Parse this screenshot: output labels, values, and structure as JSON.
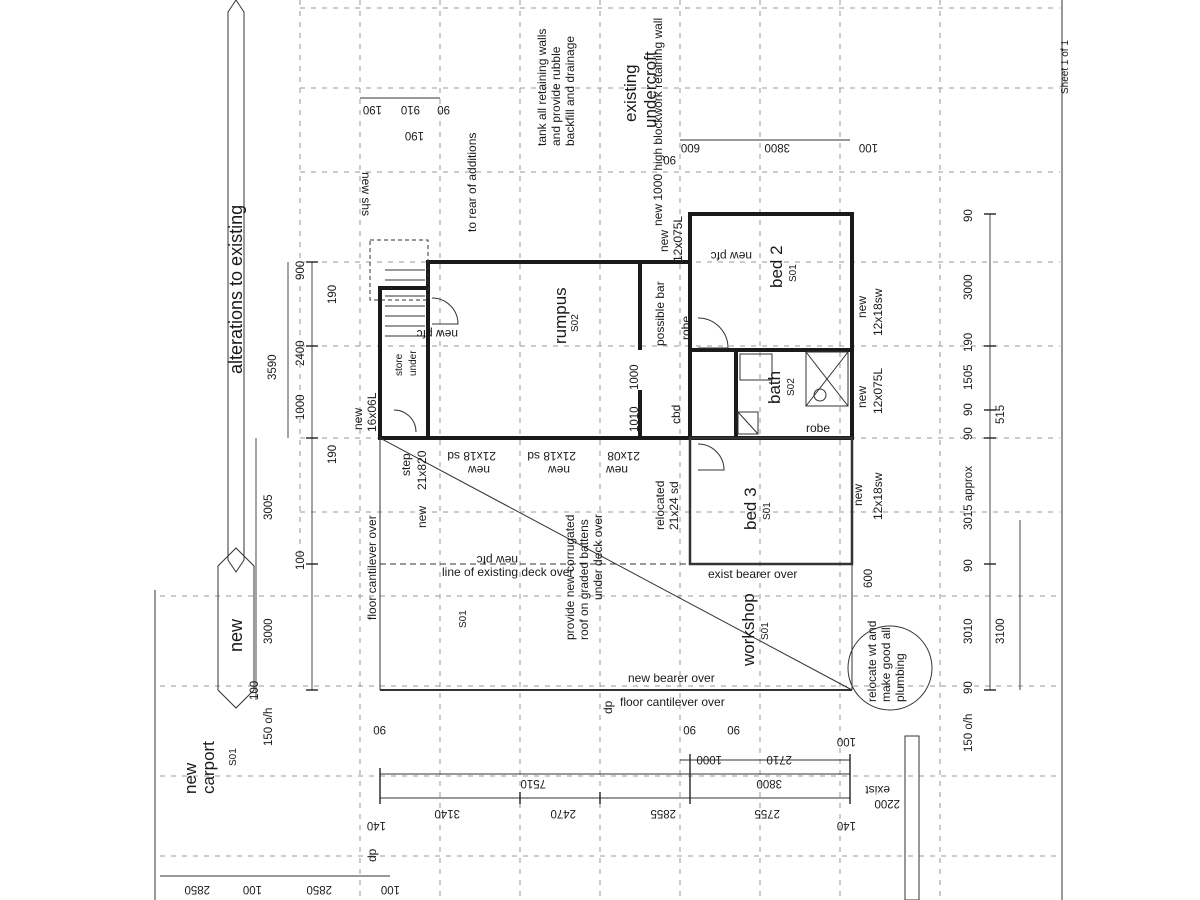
{
  "header": {
    "side_title": "alterations to existing",
    "margin_note": "Sheet 1 of 1",
    "new_label": "new"
  },
  "rooms": {
    "rumpus": "rumpus",
    "rumpus_code": "S02",
    "bed2": "bed 2",
    "bed2_code": "S01",
    "bath": "bath",
    "bath_code": "S02",
    "bed3": "bed 3",
    "bed3_code": "S01",
    "workshop": "workshop",
    "workshop_code": "S01",
    "deck_code": "S01",
    "carport": "carport",
    "carport_new": "new",
    "carport_code": "S01",
    "undercroft_1": "existing",
    "undercroft_2": "undercroft"
  },
  "notes": {
    "tank_1": "tank all retaining walls",
    "tank_2": "and provide rubble",
    "tank_3": "backfill and drainage",
    "retain_1": "new 1000 high blockwork retaining wall",
    "retain_2": "to rear of additions",
    "roof_1": "provide new corrugated",
    "roof_2": "roof on graded battens",
    "roof_3": "under deck over",
    "deck_line": "line of existing deck over",
    "cantilever_left": "floor cantilever over",
    "cantilever_bottom": "floor cantilever over",
    "bearer_new": "new bearer over",
    "bearer_exist": "exist bearer over",
    "relocate_1": "relocate wt and",
    "relocate_2": "make good all",
    "relocate_3": "plumbing",
    "relocated_1": "relocated",
    "relocated_2": "21x24 sd",
    "possible_bar": "possible bar",
    "robe": "robe",
    "robe2": "robe",
    "cbd": "cbd",
    "store_1": "store",
    "store_2": "under",
    "step": "step"
  },
  "fixtures": {
    "pfc": "new pfc",
    "pfc2": "new pfc",
    "pfc3": "new pfc",
    "shs": "new shs",
    "sd1": "new",
    "sd1b": "21x18 sd",
    "sd2": "new",
    "sd2b": "21x18 sd",
    "sd3": "new",
    "sd3b": "21x08",
    "door": "new",
    "door_size": "21x820",
    "win1_a": "new",
    "win1_b": "16x06L",
    "win2_a": "new",
    "win2_b": "12x075L",
    "win3_a": "new",
    "win3_b": "12x18sw",
    "win4_a": "new",
    "win4_b": "12x075L",
    "win5_a": "new",
    "win5_b": "12x18sw",
    "dp": "dp",
    "exist": "exist"
  },
  "dims": {
    "left": [
      "900",
      "190",
      "2400",
      "3590",
      "1000",
      "190",
      "3005",
      "100",
      "3000",
      "100",
      "150 o/h"
    ],
    "right": [
      "90",
      "3000",
      "190",
      "1505",
      "90",
      "515",
      "90",
      "3015 approx",
      "90",
      "3010",
      "3100",
      "90",
      "150 o/h"
    ],
    "bottom_row1": [
      "90",
      "90",
      "90",
      "100"
    ],
    "bottom_row2": [
      "1000",
      "2710"
    ],
    "bottom_row3": [
      "7510",
      "3800"
    ],
    "bottom_row4": [
      "3140",
      "2470",
      "2855",
      "2755",
      "2200"
    ],
    "bottom_row5": [
      "140",
      "140"
    ],
    "bottom_row6": [
      "2850",
      "100",
      "2850",
      "100"
    ],
    "top": [
      "190",
      "910",
      "90",
      "190",
      "90",
      "600",
      "3800",
      "100"
    ],
    "inner": [
      "1000",
      "1010",
      "600"
    ]
  },
  "colors": {
    "ink": "#1a1a1a",
    "grid": "#9a9a9a",
    "paper": "#ffffff"
  }
}
